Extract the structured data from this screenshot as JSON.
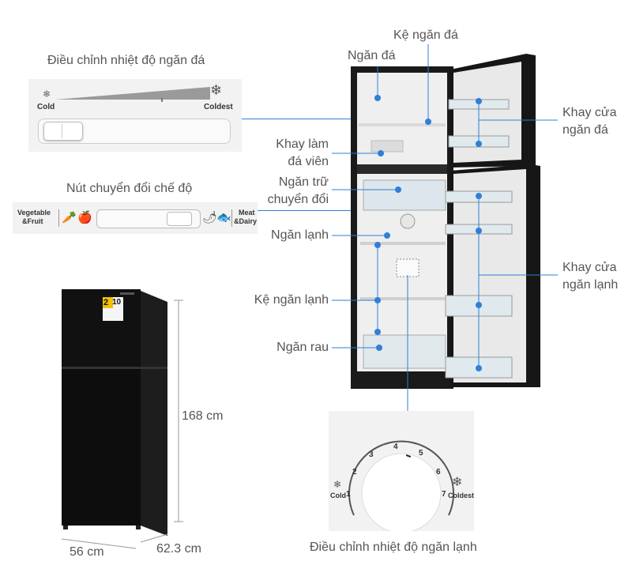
{
  "freezer_control": {
    "title": "Điều chỉnh nhiệt độ ngăn đá",
    "cold": "Cold",
    "coldest": "Coldest",
    "cold_icon": "snowflake-small-icon",
    "coldest_icon": "snowflake-large-icon"
  },
  "mode_switch": {
    "title": "Nút chuyển đổi chế độ",
    "left_label_1": "Vegetable",
    "left_label_2": "&Fruit",
    "right_label_1": "Meat",
    "right_label_2": "&Dairy",
    "icons": [
      "carrot-icon",
      "apple-icon",
      "pepper-icon",
      "fish-icon"
    ]
  },
  "dimensions": {
    "height": "168 cm",
    "width": "56 cm",
    "depth": "62.3 cm",
    "energy_label_1": "2",
    "energy_label_2": "10"
  },
  "callouts_left": {
    "ke_ngan_da": "Kệ ngăn đá",
    "ngan_da": "Ngăn đá",
    "khay_lam_da_1": "Khay làm",
    "khay_lam_da_2": "đá viên",
    "ngan_tru_1": "Ngăn trữ",
    "ngan_tru_2": "chuyển đổi",
    "ngan_lanh": "Ngăn lạnh",
    "ke_ngan_lanh": "Kệ ngăn lạnh",
    "ngan_rau": "Ngăn rau"
  },
  "callouts_right": {
    "khay_cua_da_1": "Khay cửa",
    "khay_cua_da_2": "ngăn đá",
    "khay_cua_lanh_1": "Khay cửa",
    "khay_cua_lanh_2": "ngăn lạnh"
  },
  "fridge_control": {
    "title": "Điều chỉnh nhiệt độ ngăn lạnh",
    "dial_numbers": [
      "1",
      "2",
      "3",
      "4",
      "5",
      "6",
      "7"
    ],
    "cold": "Cold",
    "coldest": "Coldest"
  },
  "colors": {
    "accent_blue": "#2f7fd6",
    "fridge_black": "#111111",
    "panel_gray": "#f2f2f2"
  }
}
